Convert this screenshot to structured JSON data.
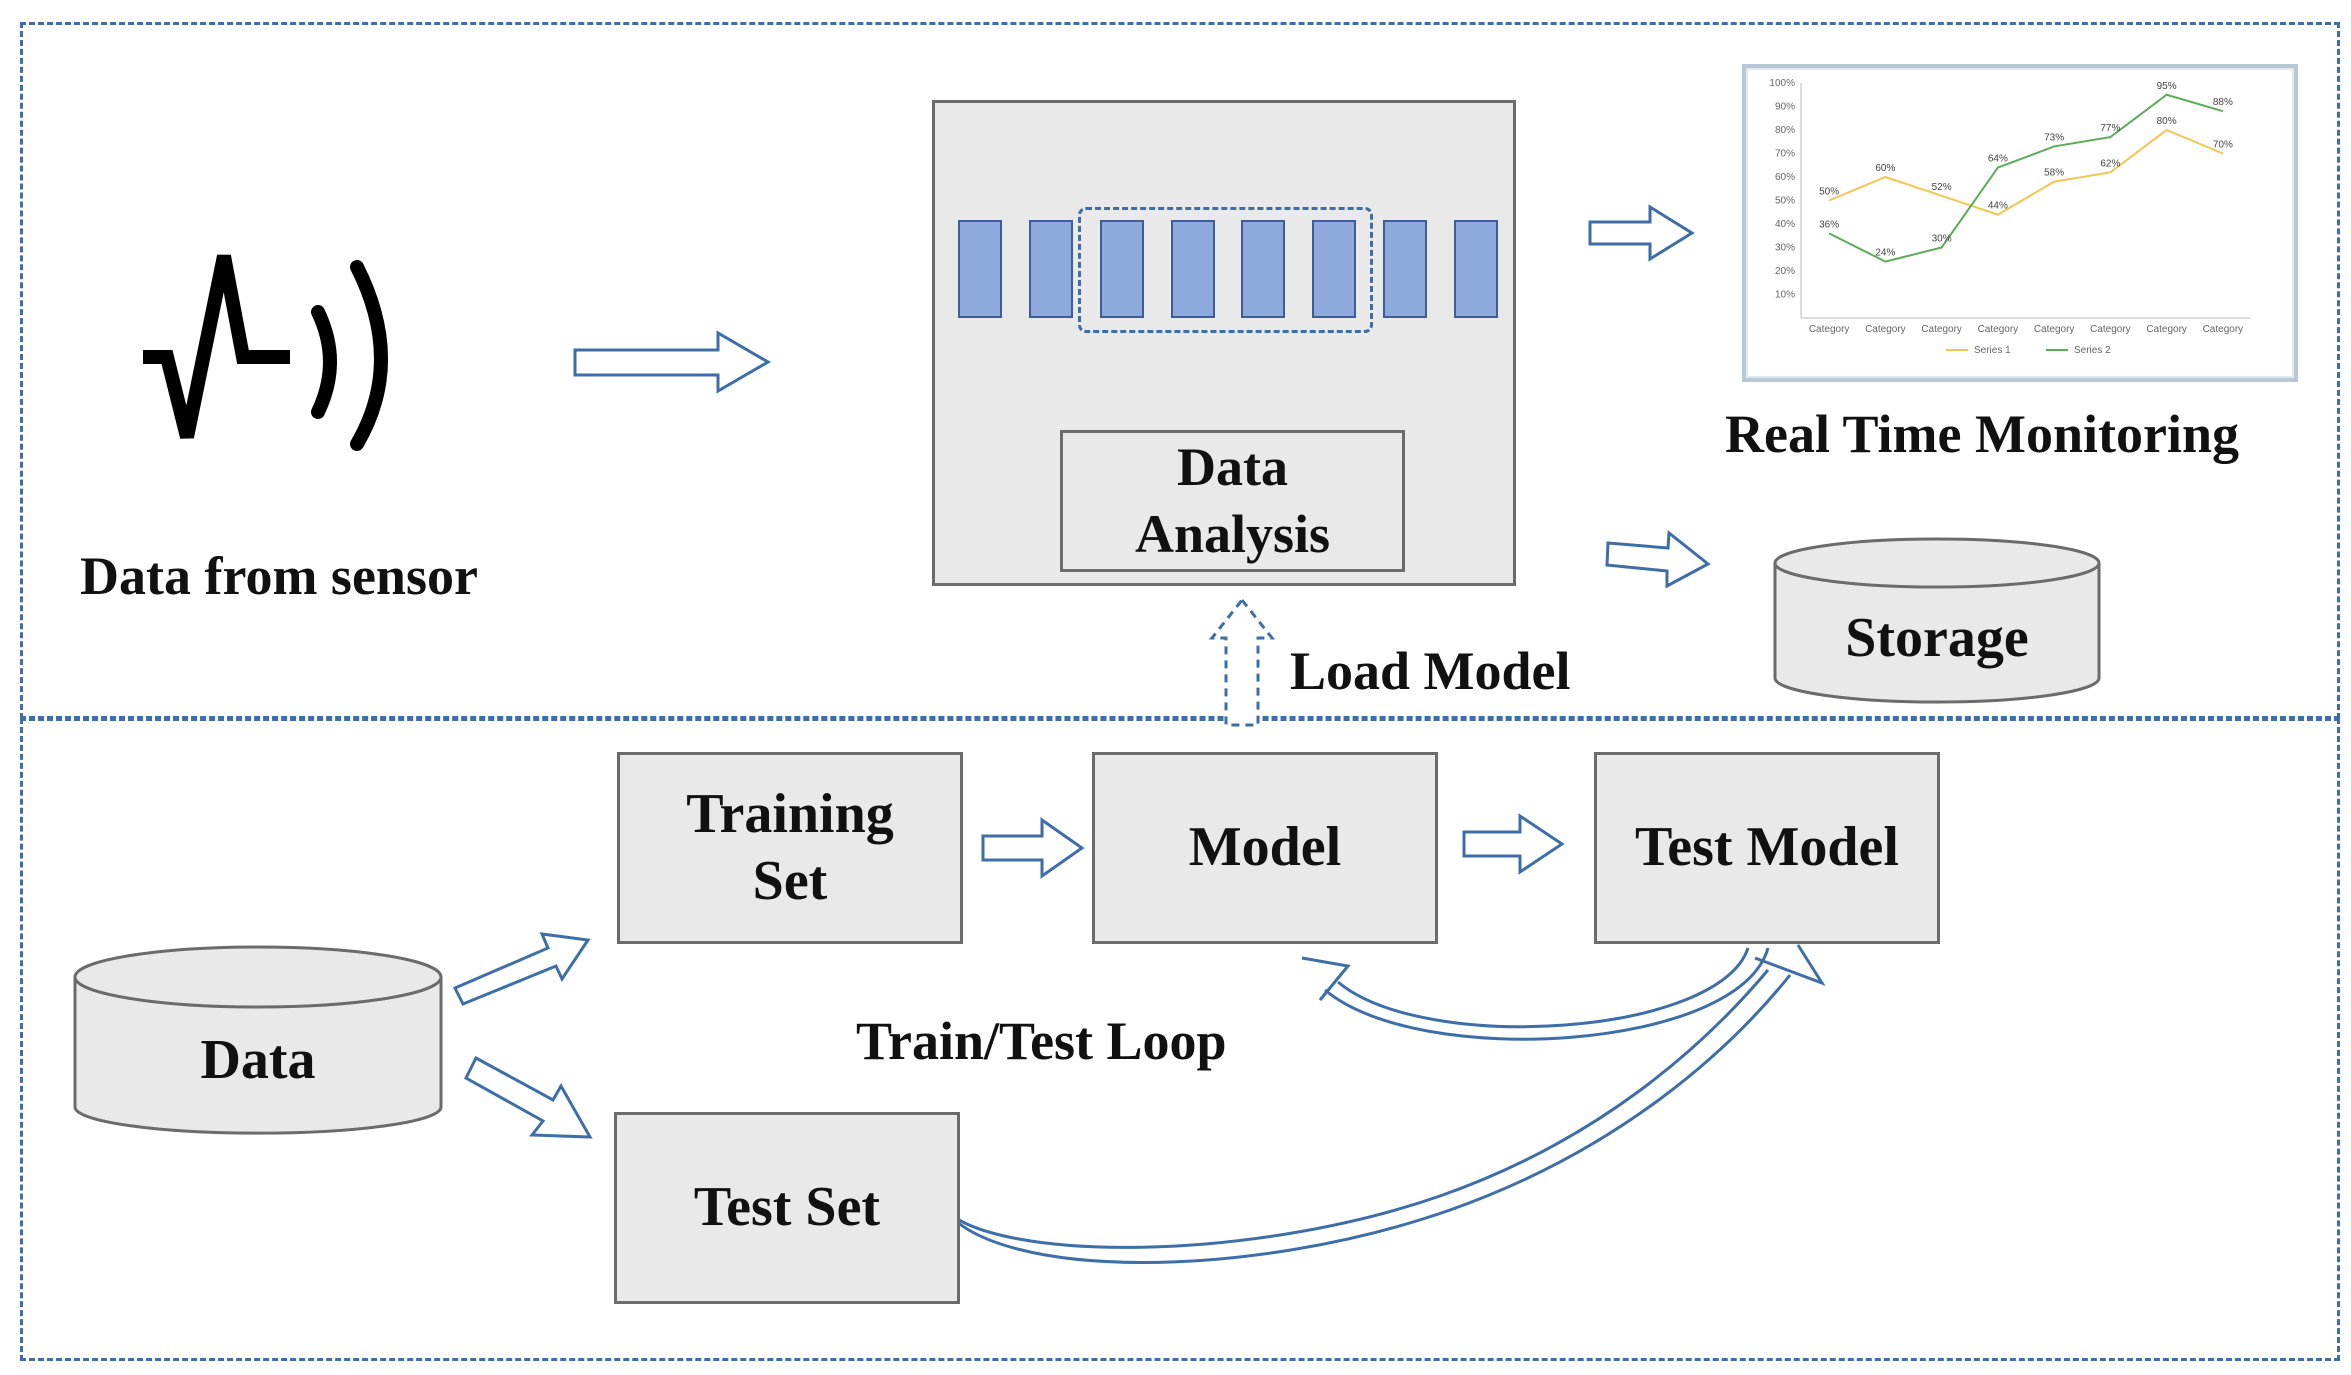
{
  "colors": {
    "region_border": "#3d6ea8",
    "arrow_outline": "#3d6ea8",
    "box_fill": "#e9e9e9",
    "box_border": "#6b6b6b",
    "buffer_block": "#8ea9dc",
    "series1": "#f5c451",
    "series2": "#5aac58"
  },
  "sensor": {
    "icon": "sensor-signal-icon",
    "label": "Data from sensor"
  },
  "analysis": {
    "label_line1": "Data",
    "label_line2": "Analysis",
    "buffer_blocks": 8
  },
  "monitoring": {
    "label": "Real Time Monitoring",
    "chart_data": {
      "type": "line",
      "categories": [
        "Category",
        "Category",
        "Category",
        "Category",
        "Category",
        "Category",
        "Category",
        "Category"
      ],
      "y_ticks": [
        "10%",
        "20%",
        "30%",
        "40%",
        "50%",
        "60%",
        "70%",
        "80%",
        "90%",
        "100%"
      ],
      "ylim": [
        0,
        100
      ],
      "series": [
        {
          "name": "Series 1",
          "values": [
            50,
            60,
            52,
            44,
            58,
            62,
            80,
            70
          ],
          "labels": [
            "50%",
            "60%",
            "52%",
            "44%",
            "58%",
            "62%",
            "80%",
            "70%"
          ]
        },
        {
          "name": "Series 2",
          "values": [
            36,
            24,
            30,
            64,
            73,
            77,
            95,
            88
          ],
          "labels": [
            "36%",
            "24%",
            "30%",
            "64%",
            "73%",
            "77%",
            "95%",
            "88%"
          ]
        }
      ],
      "grid": false,
      "legend": "bottom"
    }
  },
  "storage": {
    "label": "Storage"
  },
  "load_model": {
    "label": "Load Model"
  },
  "training": {
    "data_label": "Data",
    "training_set_line1": "Training",
    "training_set_line2": "Set",
    "test_set_label": "Test Set",
    "model_label": "Model",
    "test_model_label": "Test Model",
    "loop_label": "Train/Test Loop"
  }
}
